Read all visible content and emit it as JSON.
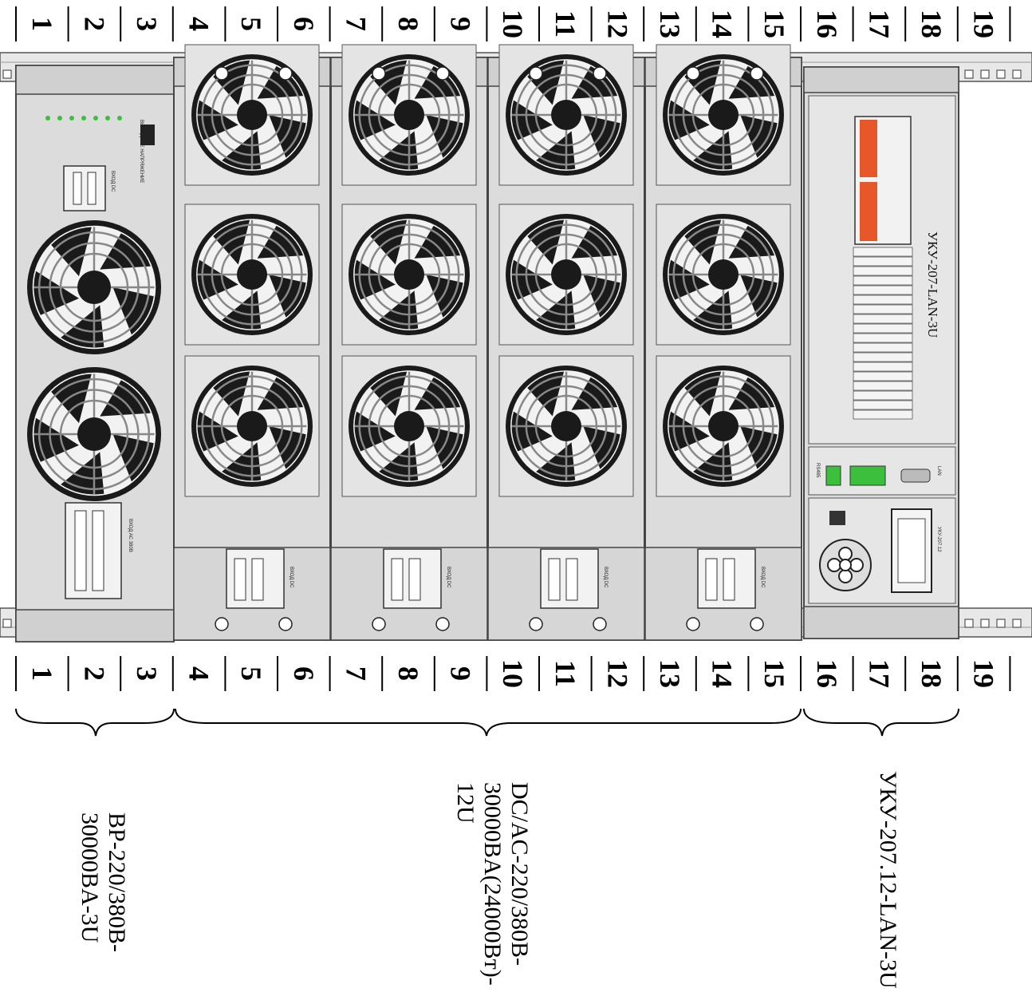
{
  "rack_units": [
    "1",
    "2",
    "3",
    "4",
    "5",
    "6",
    "7",
    "8",
    "9",
    "10",
    "11",
    "12",
    "13",
    "14",
    "15",
    "16",
    "17",
    "18",
    "19"
  ],
  "modules": {
    "power_supply": {
      "caption_lines": [
        "BP-220/380B-",
        "30000BA-3U"
      ],
      "dc_breaker_label": "ВХОД DC",
      "ac_breaker_label": "ВХОД AC 380В",
      "panel_label": "ВЫХОДНОЕ НАПРЯЖЕНИЕ"
    },
    "inverter": {
      "caption_lines": [
        "DC/AC-220/380B-",
        "30000BA(24000Bт)-",
        "12U"
      ],
      "breaker_label": "ВХОД DC"
    },
    "control": {
      "caption_lines": [
        "УКУ-207.12-LAN-3U"
      ],
      "panel_title": "УКУ-207-LAN-3U",
      "rs485_label": "RS485",
      "lan_label": "LAN",
      "display_label": "УКУ-207.12"
    }
  },
  "colors": {
    "panel": "#dcdcdc",
    "fan": "#1a1a1a",
    "breaker_accent": "#e8572a",
    "led_green": "#3cbf3c",
    "frame": "#555555"
  }
}
